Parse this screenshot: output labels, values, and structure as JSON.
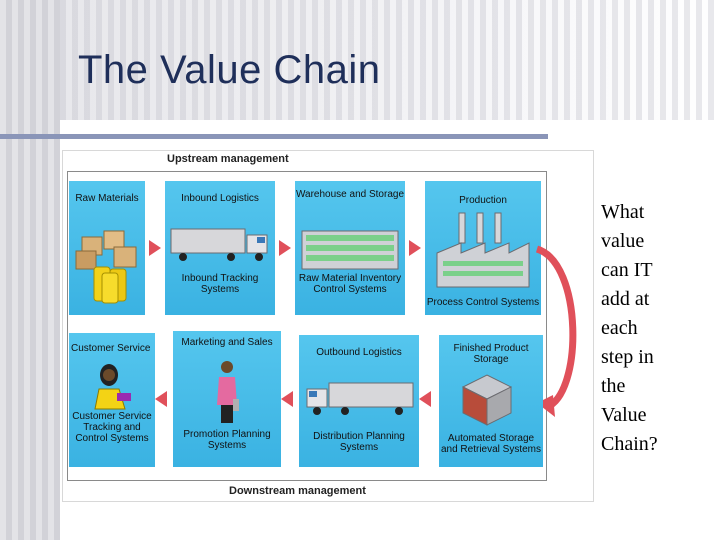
{
  "slide": {
    "title": "The Value Chain",
    "question_lines": [
      "What",
      "value",
      "can IT",
      "add at",
      "each",
      "step in",
      "the",
      "Value",
      "Chain?"
    ]
  },
  "diagram": {
    "upstream_label": "Upstream management",
    "downstream_label": "Downstream management",
    "top_row": [
      {
        "label": "Raw Materials",
        "icon": "boxes-and-barrels-icon"
      },
      {
        "label": "Inbound Logistics",
        "sublabel": "Inbound Tracking Systems",
        "icon": "truck-icon"
      },
      {
        "label": "Warehouse and Storage",
        "sublabel": "Raw Material Inventory Control Systems",
        "icon": "warehouse-icon"
      },
      {
        "label": "Production",
        "sublabel": "Process Control Systems",
        "icon": "factory-icon"
      }
    ],
    "bottom_row": [
      {
        "label": "Customer Service",
        "sublabel": "Customer Service Tracking and Control Systems",
        "icon": "customer-service-agent-icon"
      },
      {
        "label": "Marketing and Sales",
        "sublabel": "Promotion Planning Systems",
        "icon": "saleswoman-icon"
      },
      {
        "label": "Outbound Logistics",
        "sublabel": "Distribution Planning Systems",
        "icon": "truck-icon"
      },
      {
        "label": "Finished Product Storage",
        "sublabel": "Automated Storage and Retrieval Systems",
        "icon": "storage-unit-icon"
      }
    ],
    "colors": {
      "panel": "#3ab2e2",
      "arrow": "#e0505a",
      "title": "#1f2f5a"
    }
  }
}
